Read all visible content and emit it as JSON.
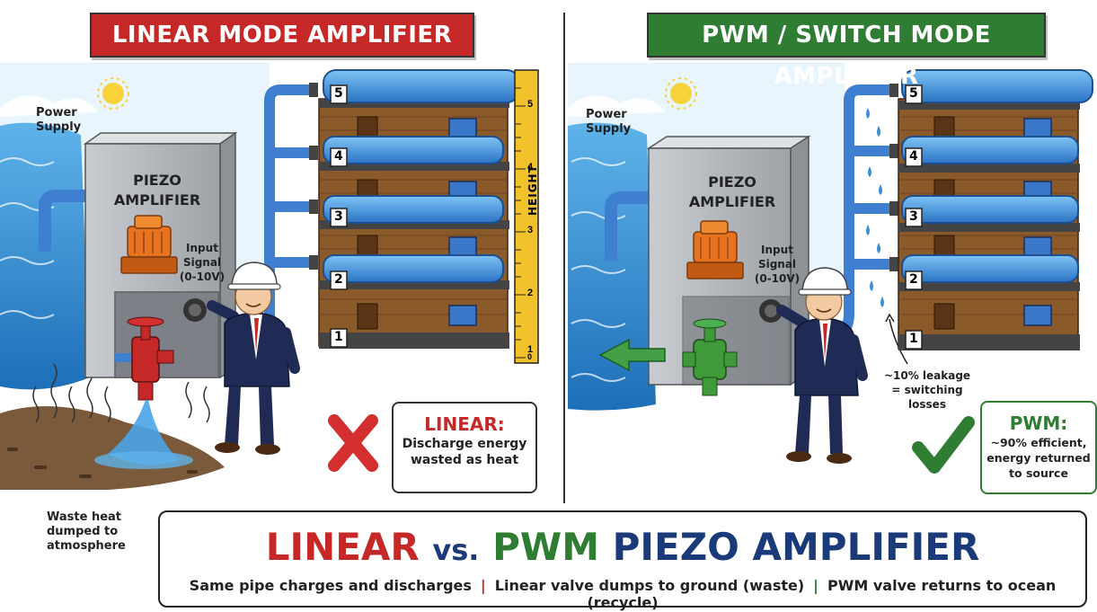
{
  "left_panel": {
    "banner": "LINEAR MODE AMPLIFIER",
    "power_supply": "Power\nSupply",
    "amp_name": "PIEZO\nAMPLIFIER",
    "input_signal": "Input\nSignal\n(0-10V)",
    "floors": [
      "5",
      "4",
      "3",
      "2",
      "1"
    ],
    "height_label": "HEIGHT",
    "ruler_ticks": [
      "5",
      "4",
      "3",
      "2",
      "1",
      "0"
    ],
    "callout_title": "LINEAR:",
    "callout_text": "Discharge energy\nwasted as heat",
    "waste_heat": "Waste heat\ndumped to\natmosphere"
  },
  "right_panel": {
    "banner": "PWM / SWITCH MODE AMPLIFIER",
    "power_supply": "Power\nSupply",
    "amp_name": "PIEZO\nAMPLIFIER",
    "input_signal": "Input\nSignal\n(0-10V)",
    "floors": [
      "5",
      "4",
      "3",
      "2",
      "1"
    ],
    "leakage": "~10% leakage\n= switching\nlosses",
    "callout_title": "PWM:",
    "callout_text": "~90% efficient,\nenergy returned\nto source"
  },
  "bottom": {
    "title_linear": "LINEAR",
    "title_vs": "vs.",
    "title_pwm": "PWM",
    "title_rest": "PIEZO AMPLIFIER",
    "sub_1": "Same pipe charges and discharges",
    "sub_2": "Linear valve dumps to ground (waste)",
    "sub_3": "PWM valve returns to ocean (recycle)"
  },
  "colors": {
    "linear_red": "#c62828",
    "pwm_green": "#2e7d32",
    "navy": "#1a3a7a",
    "water": "#3a8fd6",
    "brick": "#8b5a2b"
  }
}
